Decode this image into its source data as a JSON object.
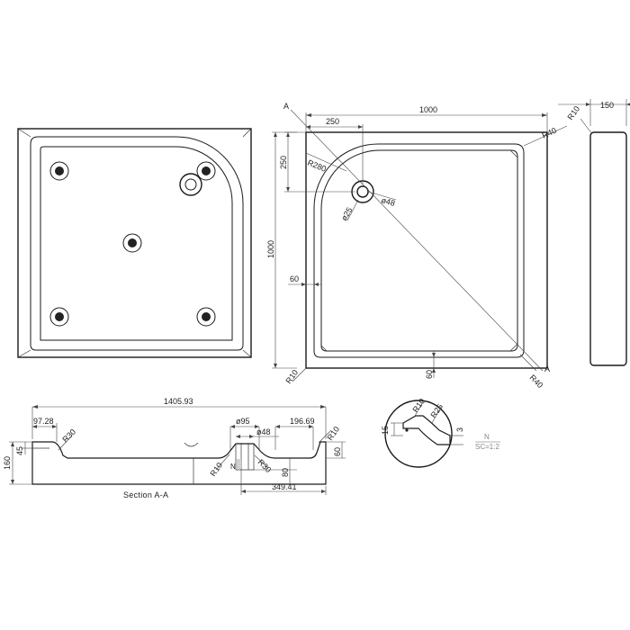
{
  "top_view": {
    "width": "1000",
    "offset_x": "250",
    "offset_y": "250",
    "height": "1000",
    "radius_main": "R280",
    "radius_corner_tr": "R40",
    "radius_corner_br": "R40",
    "radius_corner_bl": "R10",
    "drain_outer": "ø48",
    "drain_inner": "ø25",
    "wall_side": "60",
    "wall_bottom": "60",
    "section_mark_top": "A",
    "section_mark_bottom": "A"
  },
  "side_view": {
    "thickness": "150",
    "radius": "R10"
  },
  "section_view": {
    "total_length": "1405.93",
    "left_offset": "97.28",
    "left_radius": "R30",
    "drain_outer": "ø95",
    "drain_inner": "ø48",
    "right_offset": "196.69",
    "right_radius": "R10",
    "height_total": "160",
    "height_rim": "45",
    "right_height": "60",
    "drain_radius_small": "R10",
    "drain_radius_large": "R30",
    "drain_depth": "80",
    "drain_offset": "349.41",
    "detail_marker": "N",
    "title": "Section A-A"
  },
  "detail_view": {
    "radius_small": "R10",
    "radius_large": "R25",
    "dim_left": "15",
    "dim_right": "3",
    "label": "N",
    "scale": "SC=1:2"
  }
}
